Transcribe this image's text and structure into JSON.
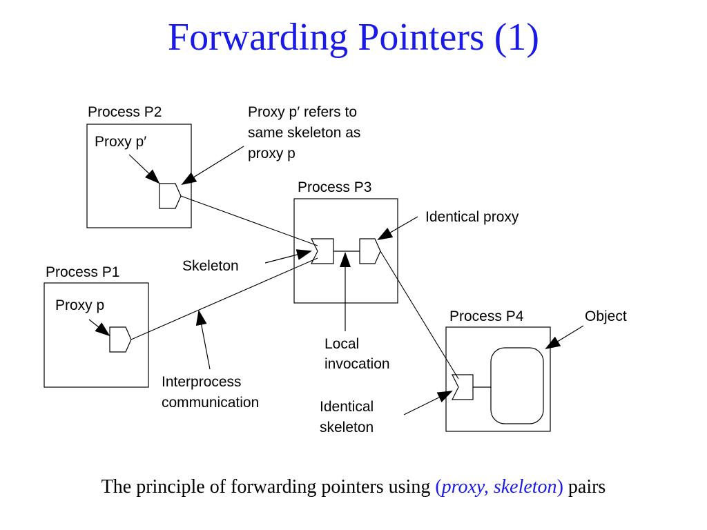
{
  "slide": {
    "title": "Forwarding Pointers (1)"
  },
  "diagram": {
    "processes": {
      "p2": "Process P2",
      "p3": "Process P3",
      "p1": "Process P1",
      "p4": "Process P4"
    },
    "labels": {
      "proxy_p_prime": "Proxy p′",
      "proxy_p": "Proxy p",
      "refers_line1": "Proxy p′ refers to",
      "refers_line2": "same skeleton as",
      "refers_line3": "proxy p",
      "identical_proxy": "Identical proxy",
      "skeleton": "Skeleton",
      "object": "Object",
      "local_line1": "Local",
      "local_line2": "invocation",
      "interprocess_line1": "Interprocess",
      "interprocess_line2": "communication",
      "identical_skeleton_line1": "Identical",
      "identical_skeleton_line2": "skeleton"
    }
  },
  "caption": {
    "prefix": "The principle of forwarding pointers using ",
    "open_paren": "(",
    "proxy": "proxy",
    "comma": ", ",
    "skeleton": "skeleton",
    "close_paren": ")",
    "suffix": " pairs"
  }
}
